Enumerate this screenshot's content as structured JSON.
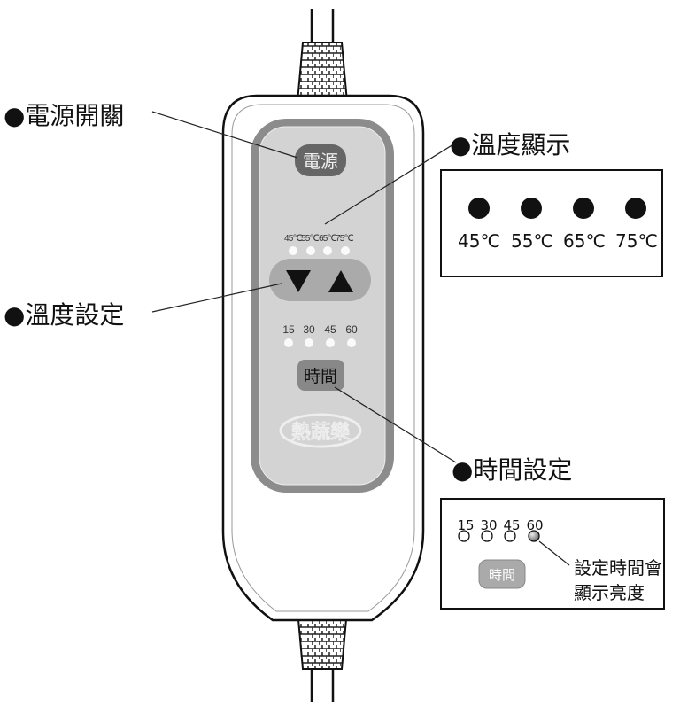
{
  "device": {
    "power_button": "電源",
    "temp_labels": [
      "45℃",
      "55℃",
      "65℃",
      "75℃"
    ],
    "time_labels": [
      "15",
      "30",
      "45",
      "60"
    ],
    "time_button": "時間",
    "brand_logo": "熱蔬樂"
  },
  "callouts": {
    "power_switch": "●電源開關",
    "temp_display": "●溫度顯示",
    "temp_setting": "●溫度設定",
    "time_setting": "●時間設定"
  },
  "temp_display_box": {
    "labels": [
      "45℃",
      "55℃",
      "65℃",
      "75℃"
    ]
  },
  "time_box": {
    "labels": [
      "15",
      "30",
      "45",
      "60"
    ],
    "button": "時間",
    "note_line1": "設定時間會",
    "note_line2": "顯示亮度"
  }
}
